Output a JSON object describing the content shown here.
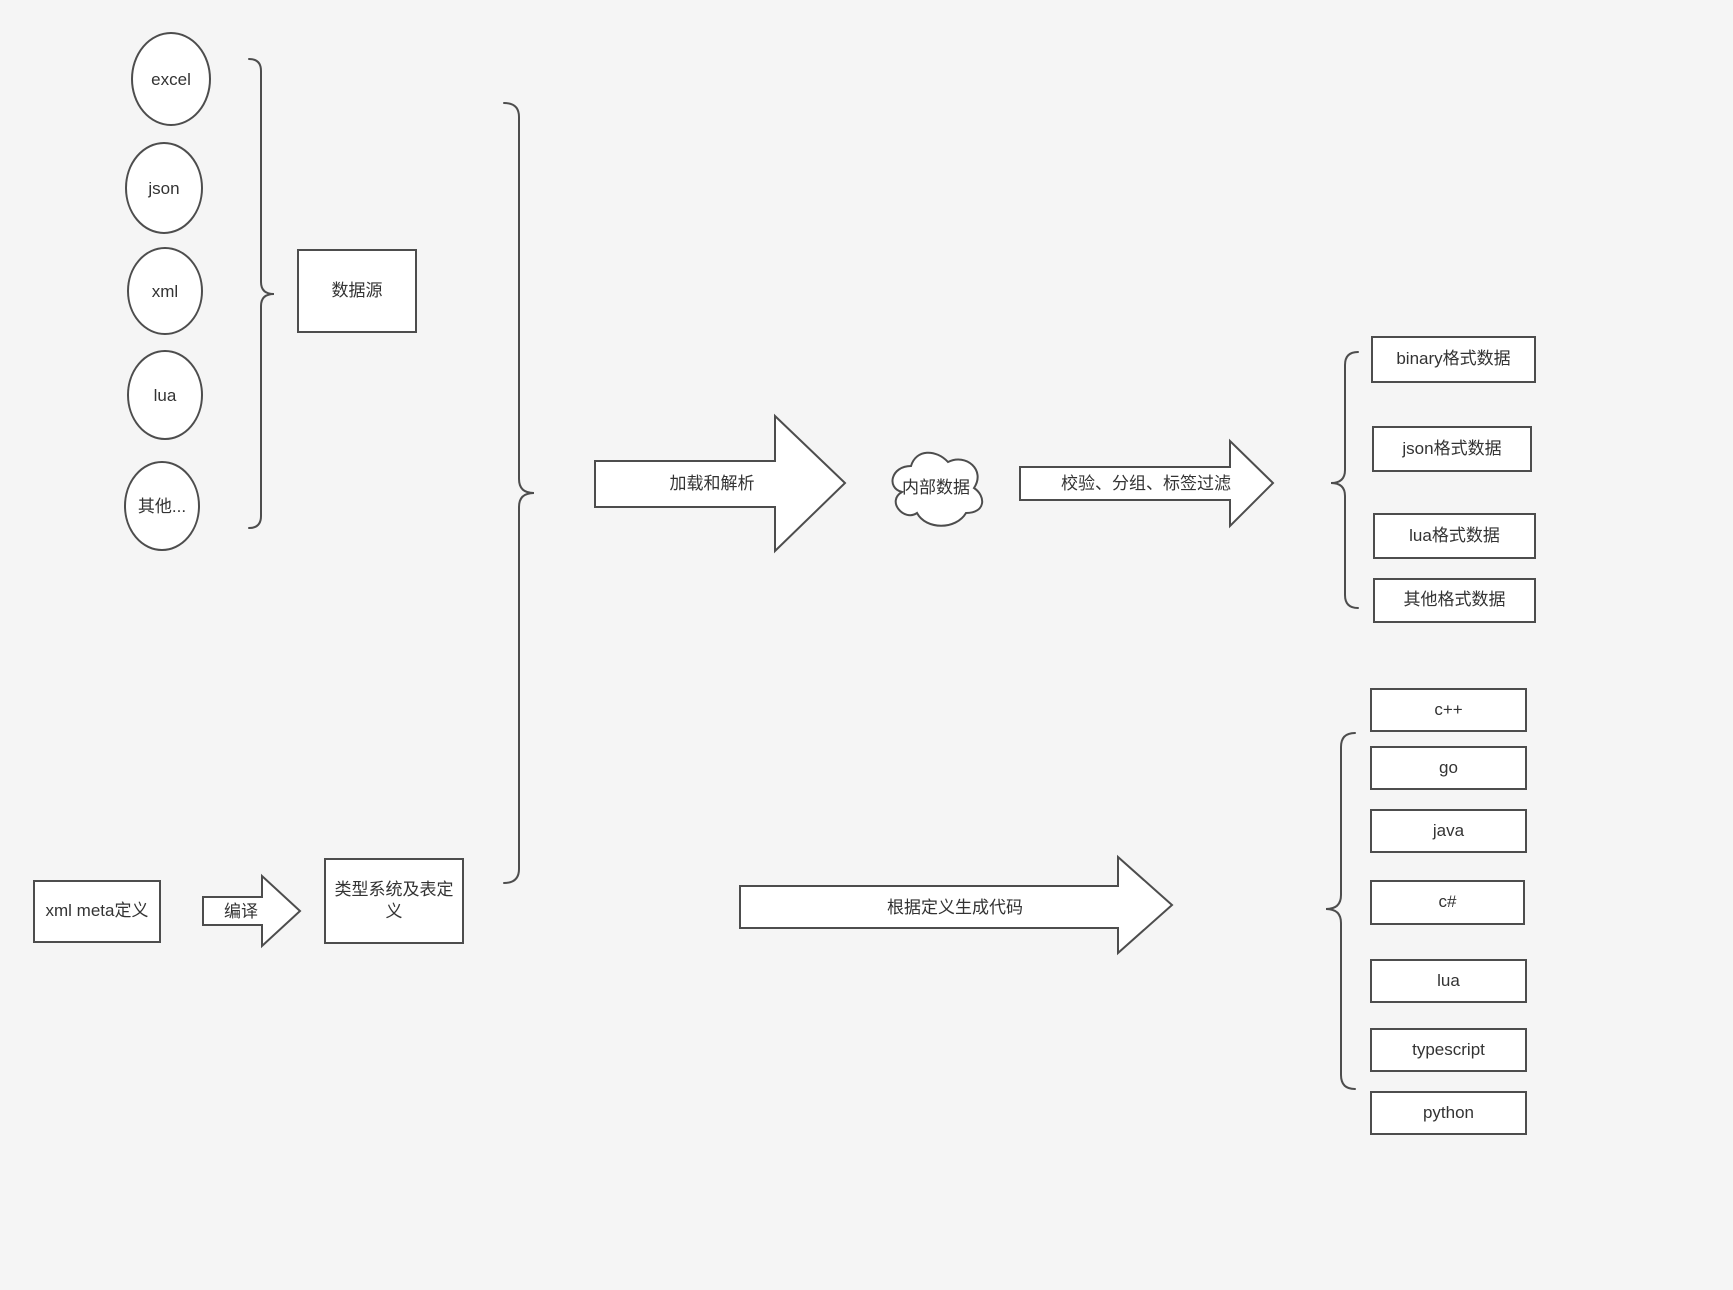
{
  "diagram": {
    "background": "#f5f5f5",
    "stroke_color": "#4d4d4d",
    "node_fill": "#ffffff",
    "text_color": "#333333"
  },
  "sources": {
    "nodes": [
      "excel",
      "json",
      "xml",
      "lua",
      "其他..."
    ],
    "group_label": "数据源"
  },
  "flow": {
    "load_parse_arrow": "加载和解析",
    "internal_data_cloud": "内部数据",
    "filter_arrow": "校验、分组、标签过滤"
  },
  "outputs": {
    "formats": [
      "binary格式数据",
      "json格式数据",
      "lua格式数据",
      "其他格式数据"
    ]
  },
  "schema": {
    "xml_meta_box": "xml meta定义",
    "compile_arrow": "编译",
    "type_system_box": "类型系统及表定义",
    "codegen_arrow": "根据定义生成代码"
  },
  "languages": [
    "c++",
    "go",
    "java",
    "c#",
    "lua",
    "typescript",
    "python"
  ]
}
